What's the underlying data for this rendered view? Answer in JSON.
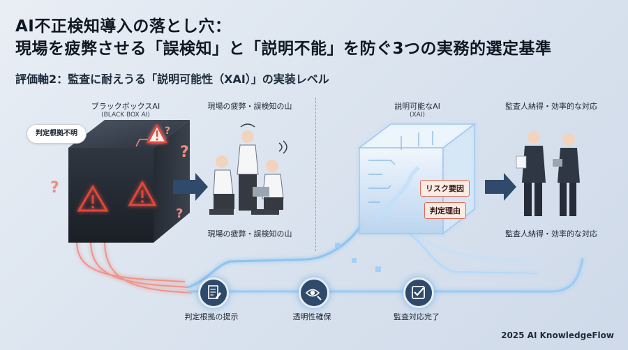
{
  "title_line1": "AI不正検知導入の落とし穴：",
  "title_line2": "現場を疲弊させる「誤検知」と「説明不能」を防ぐ3つの実務的選定基準",
  "subtitle": "評価軸2：監査に耐えうる「説明可能性（XAI）」の実装レベル",
  "left": {
    "box_label": "ブラックボックスAI",
    "box_label_en": "(BLACK BOX AI)",
    "bubble": "判定根拠不明",
    "staff_label_top": "現場の疲弊・誤検知の山",
    "staff_label_bottom": "現場の疲弊・誤検知の山"
  },
  "right": {
    "box_label": "説明可能なAI",
    "box_label_en": "(XAI)",
    "tag1": "リスク要因",
    "tag2": "判定理由",
    "auditor_label_top": "監査人納得・効率的な対応",
    "auditor_label_bottom": "監査人納得・効率的な対応"
  },
  "steps": [
    {
      "label": "判定根拠の提示",
      "icon": "document-edit-icon"
    },
    {
      "label": "透明性確保",
      "icon": "eye-magnifier-icon"
    },
    {
      "label": "監査対応完了",
      "icon": "checkbox-icon"
    }
  ],
  "footer": "2025 AI KnowledgeFlow",
  "colors": {
    "warning_red": "#e0473a",
    "glow_blue": "#8ec4f0",
    "dark_navy": "#2f4a6a"
  }
}
